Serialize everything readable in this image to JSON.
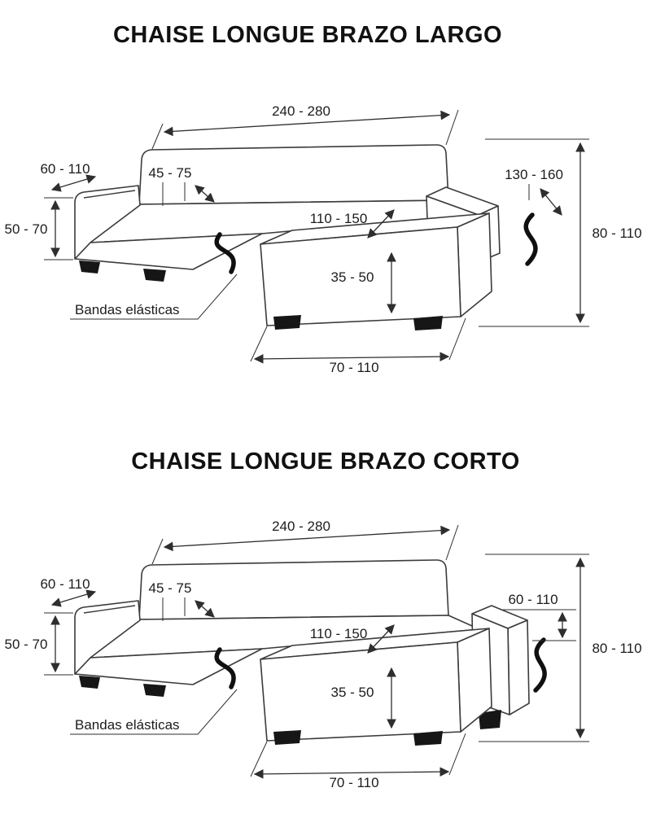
{
  "page": {
    "background": "#ffffff",
    "ink": "#1c1c1c"
  },
  "diagrams": {
    "largo": {
      "title": "CHAISE LONGUE BRAZO LARGO",
      "dims": {
        "top_width": "240 - 280",
        "left_arm_width": "60 - 110",
        "back_height": "45 - 75",
        "right_arm_length": "130 - 160",
        "left_arm_height": "50 - 70",
        "chaise_length": "110 - 150",
        "total_height": "80 - 110",
        "chaise_height": "35 - 50",
        "chaise_width": "70 - 110",
        "bands_label": "Bandas elásticas"
      }
    },
    "corto": {
      "title": "CHAISE LONGUE BRAZO CORTO",
      "dims": {
        "top_width": "240 - 280",
        "left_arm_width": "60 - 110",
        "back_height": "45 - 75",
        "right_arm_height": "60 - 110",
        "left_arm_height": "50 - 70",
        "chaise_length": "110 - 150",
        "total_height": "80 - 110",
        "chaise_height": "35 - 50",
        "chaise_width": "70 - 110",
        "bands_label": "Bandas elásticas"
      }
    }
  }
}
